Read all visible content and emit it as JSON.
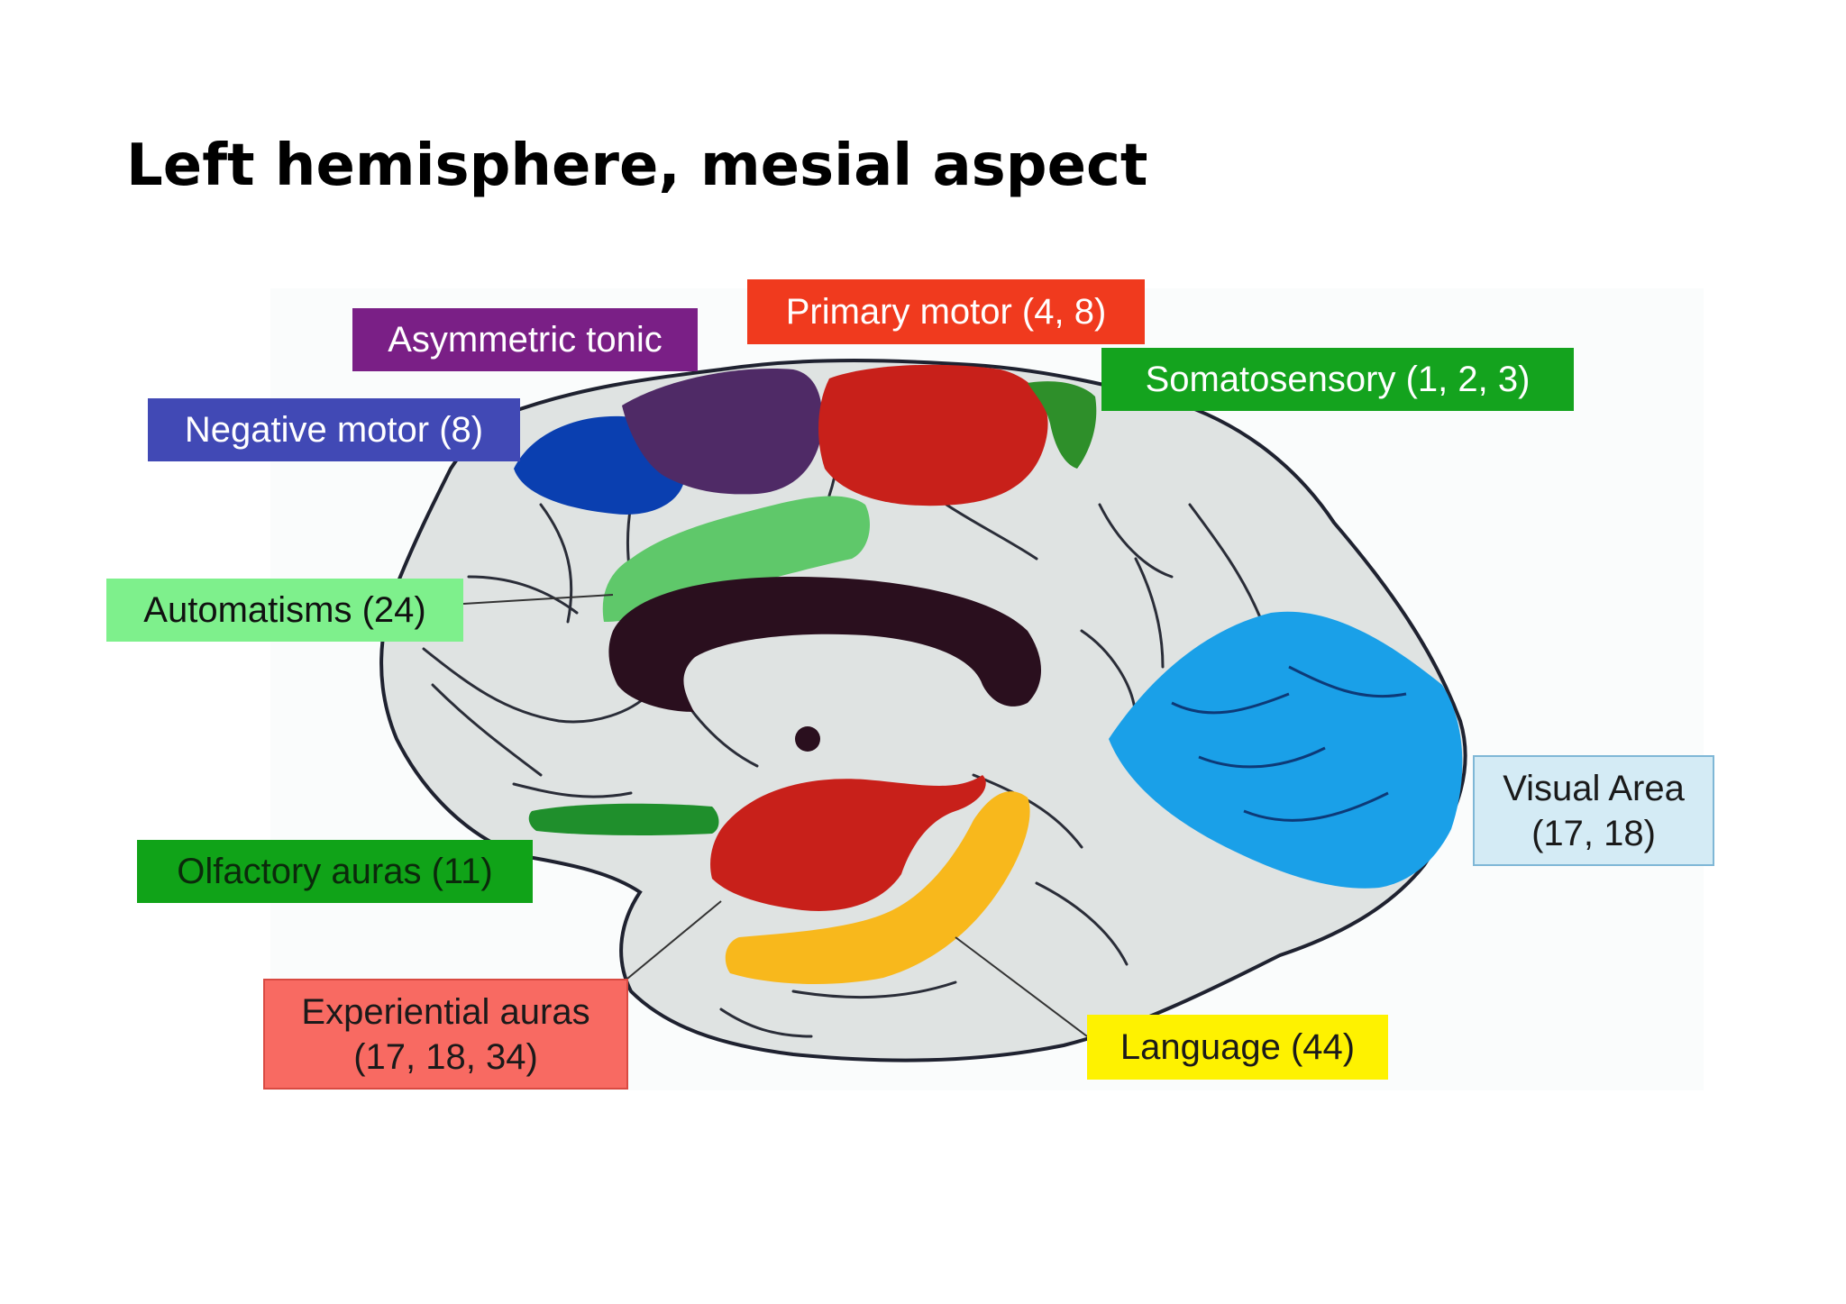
{
  "title": "Left hemisphere, mesial aspect",
  "labels": {
    "primary_motor": "Primary motor (4, 8)",
    "asymmetric_tonic": "Asymmetric tonic",
    "somatosensory": "Somatosensory (1, 2, 3)",
    "negative_motor": "Negative motor (8)",
    "automatisms": "Automatisms (24)",
    "olfactory_auras": "Olfactory auras (11)",
    "experiential_auras_line1": "Experiential auras",
    "experiential_auras_line2": "(17, 18, 34)",
    "language": "Language (44)",
    "visual_area_line1": "Visual Area",
    "visual_area_line2": "(17, 18)"
  },
  "colors": {
    "primary_motor": "#c8201a",
    "asymmetric_tonic": "#4f2a66",
    "somatosensory": "#2e8f2a",
    "negative_motor": "#0a3fb0",
    "automatisms": "#5fc86a",
    "olfactory_auras": "#1f8f2c",
    "experiential_auras": "#c8201a",
    "language": "#f8b81c",
    "visual_area": "#1aa0e8",
    "brain_fill": "#dfe3e2",
    "corpus_callosum": "#2a0f1e"
  }
}
